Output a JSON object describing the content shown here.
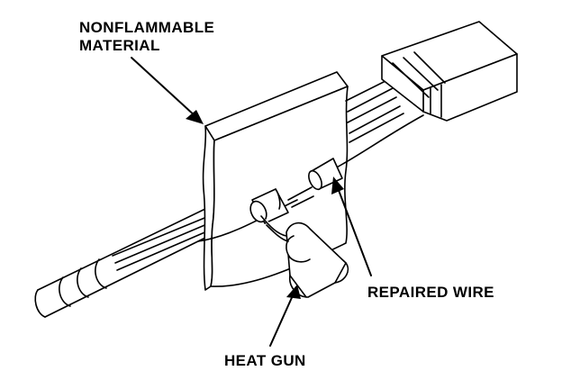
{
  "labels": {
    "nonflammable_line1": "NONFLAMMABLE",
    "nonflammable_line2": "MATERIAL",
    "repaired_wire": "REPAIRED WIRE",
    "heat_gun": "HEAT GUN"
  },
  "colors": {
    "line": "#000000",
    "background": "#ffffff"
  }
}
